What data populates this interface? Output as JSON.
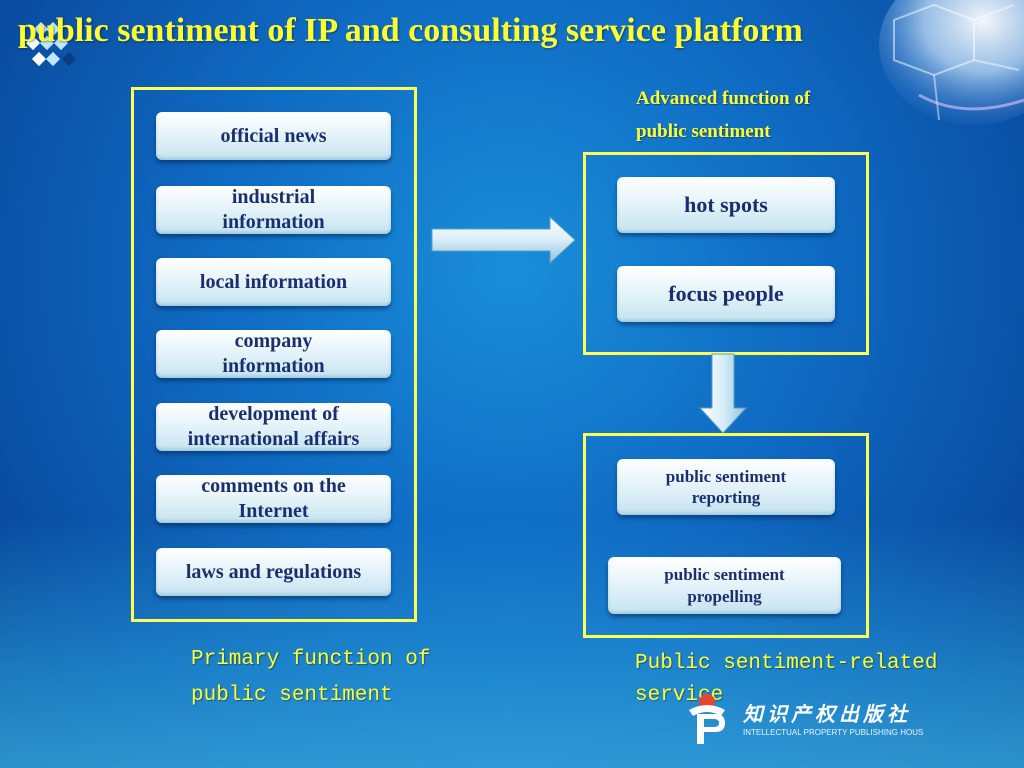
{
  "title": "public sentiment of IP and consulting service platform",
  "primary": {
    "items": [
      {
        "lines": [
          "official news"
        ]
      },
      {
        "lines": [
          "industrial",
          "information"
        ]
      },
      {
        "lines": [
          "local information"
        ]
      },
      {
        "lines": [
          "company",
          "information"
        ]
      },
      {
        "lines": [
          "development of",
          "international affairs"
        ]
      },
      {
        "lines": [
          "comments on the",
          "Internet"
        ]
      },
      {
        "lines": [
          "laws and regulations"
        ]
      }
    ],
    "label_lines": [
      "Primary function of",
      "public sentiment"
    ]
  },
  "advanced": {
    "label_lines": [
      "Advanced function of",
      "public sentiment"
    ],
    "items": [
      "hot spots",
      "focus people"
    ]
  },
  "service": {
    "items": [
      {
        "lines": [
          "public sentiment",
          "reporting"
        ]
      },
      {
        "lines": [
          "public sentiment",
          "propelling"
        ]
      }
    ],
    "label_lines": [
      "Public sentiment-related",
      "service"
    ]
  },
  "logo": {
    "cn": "知识产权出版社",
    "en": "INTELLECTUAL PROPERTY PUBLISHING HOUS"
  },
  "colors": {
    "background": "#0f6cc4",
    "frame": "#ffff55",
    "label_text": "#ffff33",
    "button_text": "#1b2e6e"
  }
}
